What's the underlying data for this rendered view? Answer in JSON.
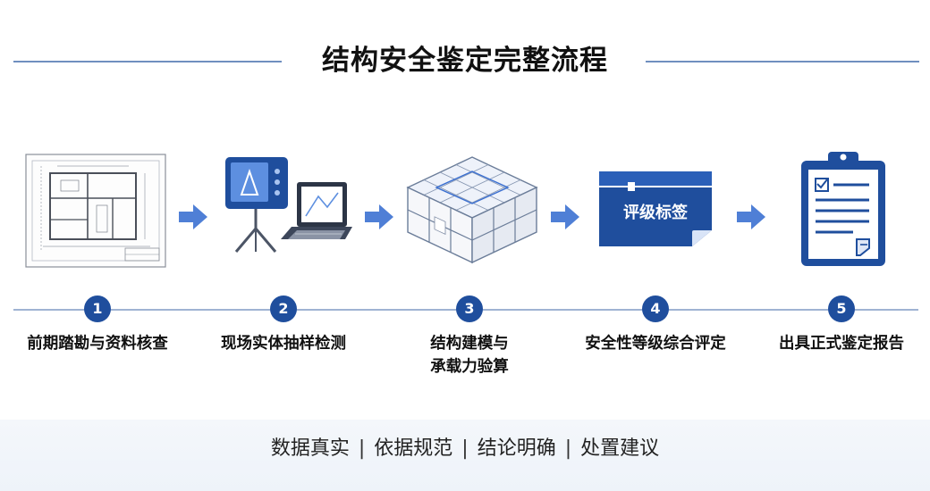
{
  "title": "结构安全鉴定完整流程",
  "steps": [
    {
      "number": "1",
      "label": "前期踏勘与资料核查",
      "icon": "blueprint-icon"
    },
    {
      "number": "2",
      "label": "现场实体抽样检测",
      "icon": "detector-laptop-icon"
    },
    {
      "number": "3",
      "label_lines": [
        "结构建模与",
        "承载力验算"
      ],
      "icon": "building-model-icon"
    },
    {
      "number": "4",
      "label": "安全性等级综合评定",
      "icon": "rating-tag-icon",
      "tag_text": "评级标签"
    },
    {
      "number": "5",
      "label": "出具正式鉴定报告",
      "icon": "clipboard-report-icon"
    }
  ],
  "footer": {
    "items": [
      "数据真实",
      "依据规范",
      "结论明确",
      "处置建议"
    ],
    "separator": "|"
  },
  "colors": {
    "primary": "#1f4e9d",
    "accent": "#3a6fd1",
    "line": "#9fb3d3",
    "arrow": "#4f7fd6"
  }
}
